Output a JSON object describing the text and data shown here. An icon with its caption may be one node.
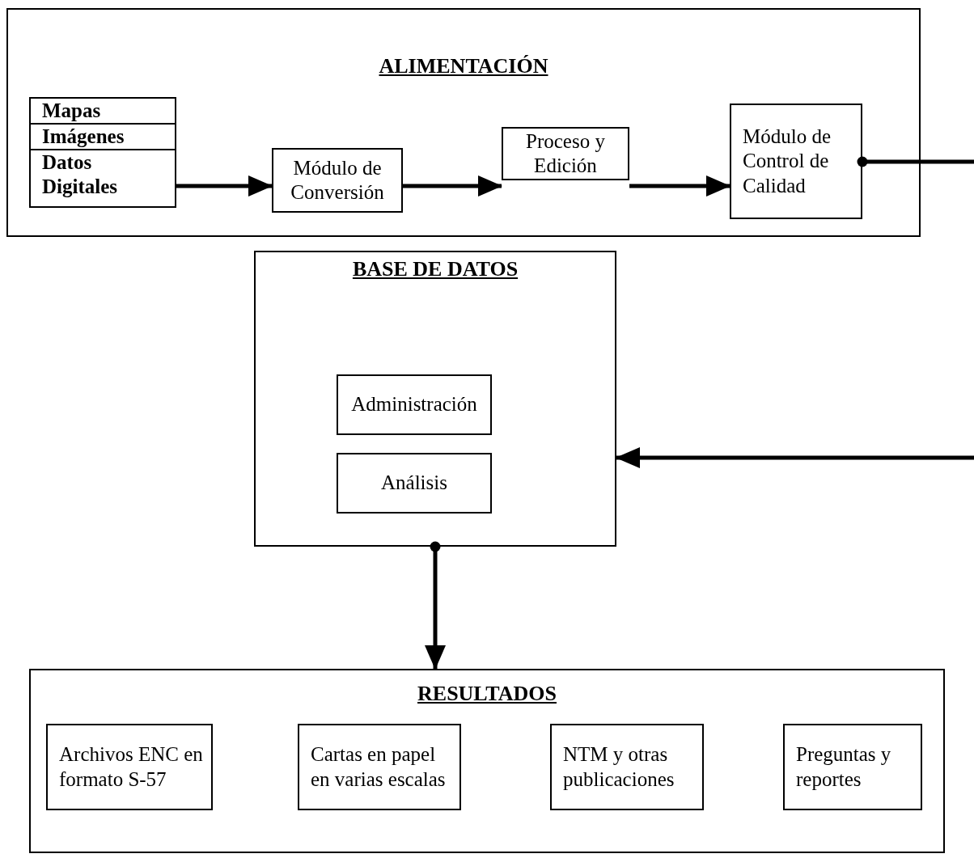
{
  "diagram": {
    "nodes": [
      {
        "text": [
          "ALIMENTACIÓN"
        ]
      },
      {
        "text": [
          "Mapas",
          "Imágenes",
          "Datos Digitales"
        ],
        "in": 0
      },
      {
        "text": [
          "Módulo de Conversión"
        ],
        "in": 0
      },
      {
        "text": [
          "Proceso y Edición"
        ],
        "in": 0
      },
      {
        "text": [
          "Módulo de Control de Calidad"
        ],
        "in": 0
      },
      {
        "text": [
          "BASE DE DATOS"
        ]
      },
      {
        "text": [
          "Administración"
        ],
        "in": 5
      },
      {
        "text": [
          "Análisis"
        ],
        "in": 5
      },
      {
        "text": [
          "RESULTADOS"
        ]
      },
      {
        "text": [
          "Archivos ENC en formato S-57"
        ],
        "in": 8
      },
      {
        "text": [
          "Cartas en papel en varias escalas"
        ],
        "in": 8
      },
      {
        "text": [
          "NTM y otras publicaciones"
        ],
        "in": 8
      },
      {
        "text": [
          "Preguntas y reportes"
        ],
        "in": 8
      }
    ],
    "edges": [
      {
        "from": 1,
        "to": 2,
        "arrow": "to"
      },
      {
        "from": 2,
        "to": 3,
        "arrow": "to"
      },
      {
        "from": 3,
        "to": 4,
        "arrow": "to"
      },
      {
        "from": 4,
        "to": null,
        "arrow": "other"
      },
      {
        "from": null,
        "to": 5,
        "arrow": "to"
      },
      {
        "from": 5,
        "to": 8,
        "arrow": "to"
      }
    ]
  }
}
